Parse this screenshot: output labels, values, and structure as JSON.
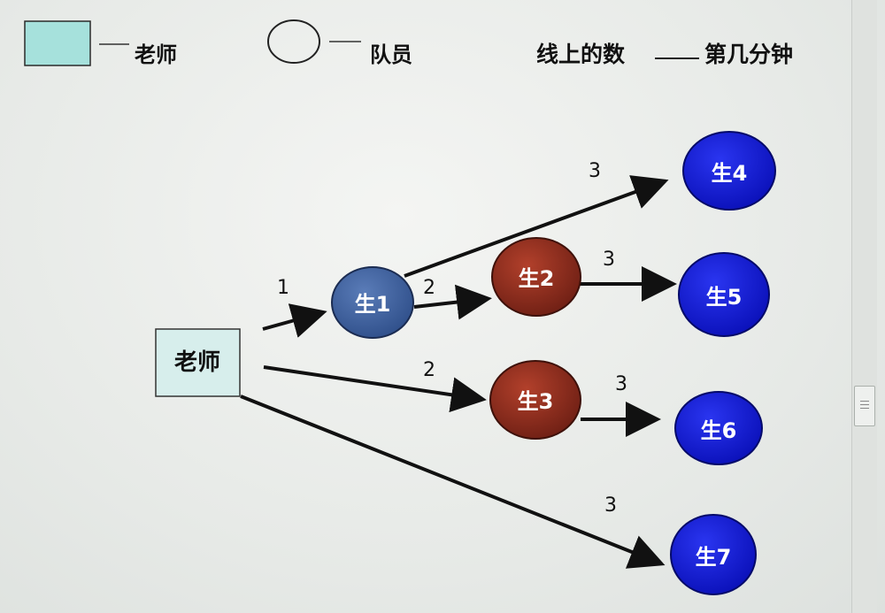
{
  "legend": {
    "teacher_label": "老师",
    "member_label": "队员",
    "line_meaning_left": "线上的数",
    "line_meaning_right": "第几分钟"
  },
  "colors": {
    "teacher_box": "#bfe9e6",
    "legend_box": "#a6e1dc",
    "node_blue_dark": "#2f4f8a",
    "node_red": "#8a2a1d",
    "node_blue_bright": "#1018d8",
    "arrow": "#111111"
  },
  "nodes": {
    "teacher": "老师",
    "s1": "生1",
    "s2": "生2",
    "s3": "生3",
    "s4": "生4",
    "s5": "生5",
    "s6": "生6",
    "s7": "生7"
  },
  "edges": [
    {
      "from": "老师",
      "to": "生1",
      "minute": "1"
    },
    {
      "from": "生1",
      "to": "生2",
      "minute": "2"
    },
    {
      "from": "老师",
      "to": "生3",
      "minute": "2"
    },
    {
      "from": "生1",
      "to": "生4",
      "minute": "3"
    },
    {
      "from": "生2",
      "to": "生5",
      "minute": "3"
    },
    {
      "from": "生3",
      "to": "生6",
      "minute": "3"
    },
    {
      "from": "老师",
      "to": "生7",
      "minute": "3"
    }
  ]
}
